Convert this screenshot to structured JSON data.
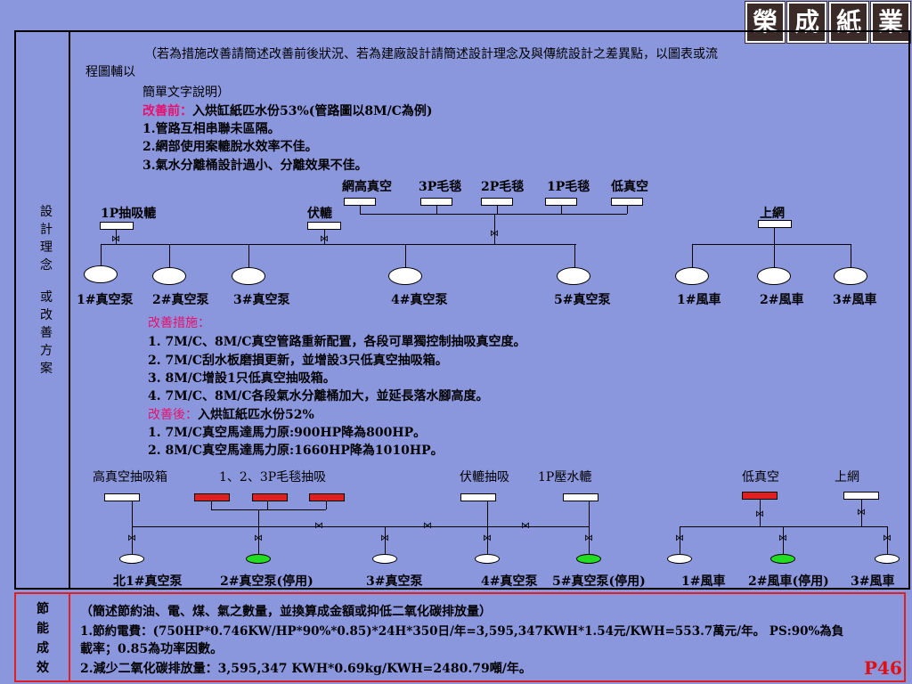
{
  "logo": [
    "榮",
    "成",
    "紙",
    "業"
  ],
  "side_label": "設計理念或改善方案",
  "side_label_chars": [
    "設",
    "計",
    "理",
    "念",
    "",
    "或",
    "改",
    "善",
    "方",
    "案"
  ],
  "intro_line1": "（若為措施改善請簡述改善前後狀況、若為建廠設計請簡述設計理念及與傳統設計之差異點，以圖表或流",
  "intro_line2": "程圖輔以",
  "intro_line3": "簡單文字說明）",
  "before": {
    "head": "改善前：",
    "head_rest": "入烘缸紙匹水份53%(管路圖以8M/C為例)",
    "items": [
      "1.管路互相串聯未區隔。",
      "2.網部使用案轆脫水效率不佳。",
      "3.氣水分離桶設計過小、分離效果不佳。"
    ]
  },
  "diagram1": {
    "top_labels": [
      "網高真空",
      "3P毛毯",
      "2P毛毯",
      "1P毛毯",
      "低真空"
    ],
    "label_1p_suction": "1P抽吸轆",
    "label_fu": "伏轆",
    "label_upper_net": "上網",
    "pumps": [
      "1#真空泵",
      "2#真空泵",
      "3#真空泵",
      "4#真空泵",
      "5#真空泵"
    ],
    "fans": [
      "1#風車",
      "2#風車",
      "3#風車"
    ]
  },
  "measures": {
    "head": "改善措施：",
    "items": [
      "1.  7M/C、8M/C真空管路重新配置，各段可單獨控制抽吸真空度。",
      "2.  7M/C刮水板磨損更新，並增設3只低真空抽吸箱。",
      "3.  8M/C增設1只低真空抽吸箱。",
      "4.  7M/C、8M/C各段氣水分離桶加大，並延長落水腳高度。"
    ]
  },
  "after": {
    "head": "改善後：",
    "head_rest": "入烘缸紙匹水份52%",
    "items": [
      "1.  7M/C真空馬達馬力原:900HP降為800HP。",
      "2.  8M/C真空馬達馬力原:1660HP降為1010HP。"
    ]
  },
  "diagram2": {
    "label_high_box": "高真空抽吸箱",
    "label_felt_box": "1、2、3P毛毯抽吸",
    "label_fu_suction": "伏轆抽吸",
    "label_1p_press": "1P壓水轆",
    "label_low_vac": "低真空",
    "label_upper_net": "上網",
    "pumps": [
      "北1#真空泵",
      "2#真空泵(停用)",
      "3#真空泵",
      "4#真空泵",
      "5#真空泵(停用)"
    ],
    "fans": [
      "1#風車",
      "2#風車(停用)",
      "3#風車"
    ]
  },
  "bottom": {
    "side_chars": [
      "節",
      "能",
      "成",
      "效"
    ],
    "line1": "（簡述節約油、電、煤、氣之數量，並換算成金額或抑低二氧化碳排放量）",
    "line2": "1.節約電費：(750HP*0.746KW/HP*90%*0.85)*24H*350日/年=3,595,347KWH*1.54元/KWH=553.7萬元/年。   PS:90%為負",
    "line3": "載率；0.85為功率因數。",
    "line4": "2.減少二氧化碳排放量：3,595,347 KWH*0.69kg/KWH=2480.79噸/年。",
    "page": "P46"
  },
  "colors": {
    "background": "#8b97dd",
    "accent_red": "#e8106e",
    "border_red": "#e02020",
    "stopped_green": "#22dd22"
  },
  "icons": [
    "valve-icon",
    "logo-seal"
  ]
}
